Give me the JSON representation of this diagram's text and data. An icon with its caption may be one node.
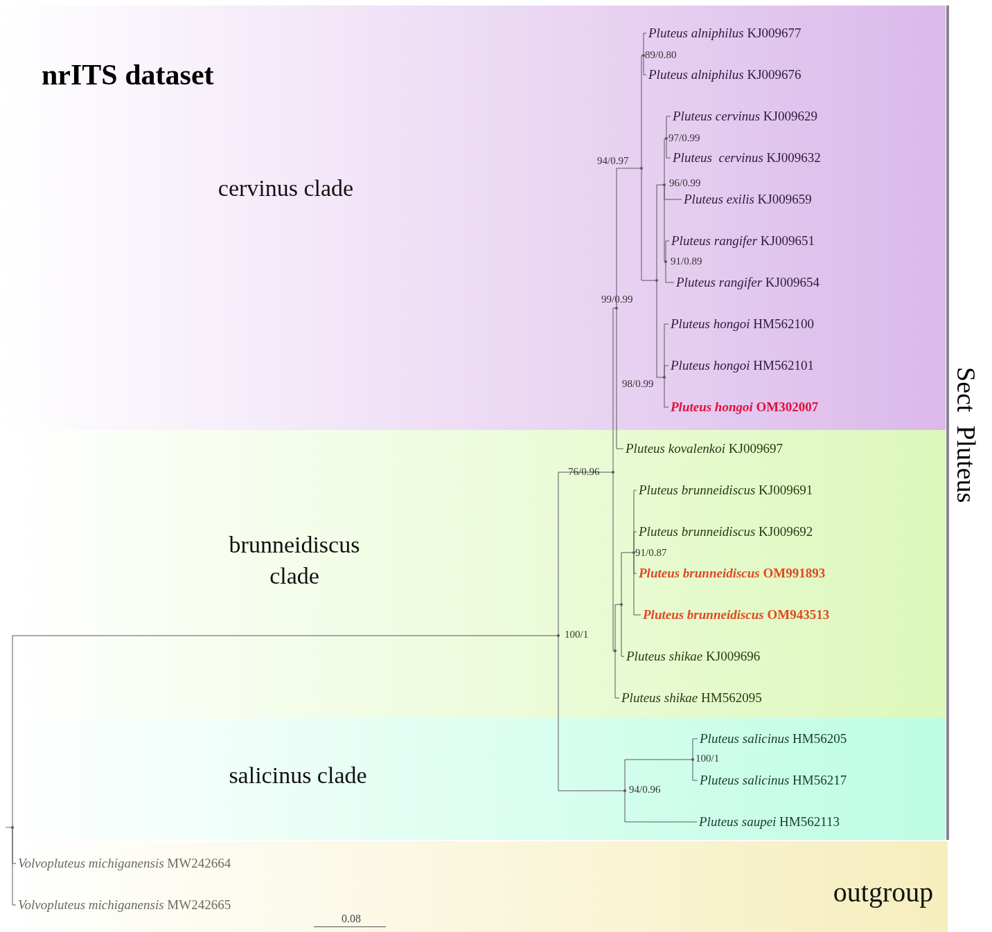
{
  "diagram": {
    "title": "nrITS dataset",
    "nodes": [
      {
        "text": [
          "cervinus clade"
        ]
      },
      {
        "text": [
          "brunneidiscus clade"
        ]
      },
      {
        "text": [
          "salicinus clade"
        ]
      },
      {
        "text": [
          "outgroup"
        ]
      },
      {
        "text": [
          "*Pluteus alniphilus* KJ009677"
        ],
        "in": 0
      },
      {
        "text": [
          "*Pluteus alniphilus* KJ009676"
        ],
        "in": 0
      },
      {
        "text": [
          "*Pluteus cervinus* KJ009629"
        ],
        "in": 0
      },
      {
        "text": [
          "*Pluteus  cervinus* KJ009632"
        ],
        "in": 0
      },
      {
        "text": [
          "*Pluteus exilis* KJ009659"
        ],
        "in": 0
      },
      {
        "text": [
          "*Pluteus rangifer* KJ009651"
        ],
        "in": 0
      },
      {
        "text": [
          "*Pluteus rangifer* KJ009654"
        ],
        "in": 0
      },
      {
        "text": [
          "*Pluteus hongoi* HM562100"
        ],
        "in": 0
      },
      {
        "text": [
          "*Pluteus hongoi* HM562101"
        ],
        "in": 0
      },
      {
        "text": [
          "*Pluteus hongoi* OM302007"
        ],
        "in": 0
      },
      {
        "text": [
          "*Pluteus kovalenkoi* KJ009697"
        ],
        "in": 1
      },
      {
        "text": [
          "*Pluteus brunneidiscus* KJ009691"
        ],
        "in": 1
      },
      {
        "text": [
          "*Pluteus brunneidiscus* KJ009692"
        ],
        "in": 1
      },
      {
        "text": [
          "*Pluteus brunneidiscus* OM991893"
        ],
        "in": 1
      },
      {
        "text": [
          "*Pluteus brunneidiscus* OM943513"
        ],
        "in": 1
      },
      {
        "text": [
          "*Pluteus shikae* KJ009696"
        ],
        "in": 1
      },
      {
        "text": [
          "*Pluteus shikae* HM562095"
        ],
        "in": 1
      },
      {
        "text": [
          "*Pluteus salicinus* HM56205"
        ],
        "in": 2
      },
      {
        "text": [
          "*Pluteus salicinus* HM56217"
        ],
        "in": 2
      },
      {
        "text": [
          "*Pluteus saupei* HM562113"
        ],
        "in": 2
      },
      {
        "text": [
          "*Volvopluteus michiganensis* MW242664"
        ],
        "in": 3
      },
      {
        "text": [
          "*Volvopluteus michiganensis* MW242665"
        ],
        "in": 3
      },
      {
        "text": [],
        "shape": "junction",
        "in": 2
      },
      {
        "text": [],
        "shape": "junction",
        "beside": [
          "100/1"
        ],
        "in": 1
      },
      {
        "text": [],
        "shape": "junction",
        "beside": [
          "76/0.96"
        ],
        "in": 1
      },
      {
        "text": [],
        "shape": "junction",
        "beside": [
          "99/0.99"
        ],
        "in": 0
      },
      {
        "text": [],
        "shape": "junction",
        "beside": [
          "94/0.97"
        ],
        "in": 0
      },
      {
        "text": [],
        "shape": "junction",
        "beside": [
          "89/0.80"
        ],
        "in": 0
      },
      {
        "text": [],
        "shape": "junction",
        "in": 0
      },
      {
        "text": [],
        "shape": "junction",
        "beside": [
          "96/0.99"
        ],
        "in": 0
      },
      {
        "text": [],
        "shape": "junction",
        "beside": [
          "97/0.99"
        ],
        "in": 0
      },
      {
        "text": [],
        "shape": "junction",
        "beside": [
          "91/0.89"
        ],
        "in": 0
      },
      {
        "text": [],
        "shape": "junction",
        "beside": [
          "98/0.99"
        ],
        "in": 0
      },
      {
        "text": [],
        "shape": "junction",
        "in": 1
      },
      {
        "text": [],
        "shape": "junction",
        "in": 1
      },
      {
        "text": [],
        "shape": "junction",
        "beside": [
          "91/0.87"
        ],
        "in": 1
      },
      {
        "text": [],
        "shape": "junction",
        "beside": [
          "94/0.96"
        ],
        "in": 2
      },
      {
        "text": [],
        "shape": "junction",
        "beside": [
          "100/1"
        ],
        "in": 2
      }
    ],
    "edges": [
      {
        "from": 26,
        "to": 27,
        "arrow": "none"
      },
      {
        "from": 26,
        "to": 24,
        "arrow": "none"
      },
      {
        "from": 26,
        "to": 25,
        "arrow": "none"
      },
      {
        "from": 27,
        "to": 28,
        "arrow": "none"
      },
      {
        "from": 27,
        "to": 40,
        "arrow": "none"
      },
      {
        "from": 28,
        "to": 29,
        "arrow": "none"
      },
      {
        "from": 28,
        "to": 37,
        "arrow": "none"
      },
      {
        "from": 29,
        "to": 30,
        "arrow": "none"
      },
      {
        "from": 29,
        "to": 14,
        "arrow": "none"
      },
      {
        "from": 30,
        "to": 31,
        "arrow": "none"
      },
      {
        "from": 30,
        "to": 32,
        "arrow": "none"
      },
      {
        "from": 31,
        "to": 4,
        "arrow": "none"
      },
      {
        "from": 31,
        "to": 5,
        "arrow": "none"
      },
      {
        "from": 32,
        "to": 33,
        "arrow": "none"
      },
      {
        "from": 32,
        "to": 36,
        "arrow": "none"
      },
      {
        "from": 33,
        "to": 34,
        "arrow": "none"
      },
      {
        "from": 33,
        "to": 8,
        "arrow": "none"
      },
      {
        "from": 33,
        "to": 35,
        "arrow": "none"
      },
      {
        "from": 34,
        "to": 6,
        "arrow": "none"
      },
      {
        "from": 34,
        "to": 7,
        "arrow": "none"
      },
      {
        "from": 35,
        "to": 9,
        "arrow": "none"
      },
      {
        "from": 35,
        "to": 10,
        "arrow": "none"
      },
      {
        "from": 36,
        "to": 11,
        "arrow": "none"
      },
      {
        "from": 36,
        "to": 12,
        "arrow": "none"
      },
      {
        "from": 36,
        "to": 13,
        "arrow": "none"
      },
      {
        "from": 37,
        "to": 38,
        "arrow": "none"
      },
      {
        "from": 37,
        "to": 20,
        "arrow": "none"
      },
      {
        "from": 38,
        "to": 39,
        "arrow": "none"
      },
      {
        "from": 38,
        "to": 19,
        "arrow": "none"
      },
      {
        "from": 39,
        "to": 15,
        "arrow": "none"
      },
      {
        "from": 39,
        "to": 16,
        "arrow": "none"
      },
      {
        "from": 39,
        "to": 17,
        "arrow": "none"
      },
      {
        "from": 39,
        "to": 18,
        "arrow": "none"
      },
      {
        "from": 40,
        "to": 41,
        "arrow": "none"
      },
      {
        "from": 40,
        "to": 23,
        "arrow": "none"
      },
      {
        "from": 41,
        "to": 21,
        "arrow": "none"
      },
      {
        "from": 41,
        "to": 22,
        "arrow": "none"
      }
    ],
    "labels": [
      "Sect  Pluteus",
      "0.08"
    ]
  }
}
